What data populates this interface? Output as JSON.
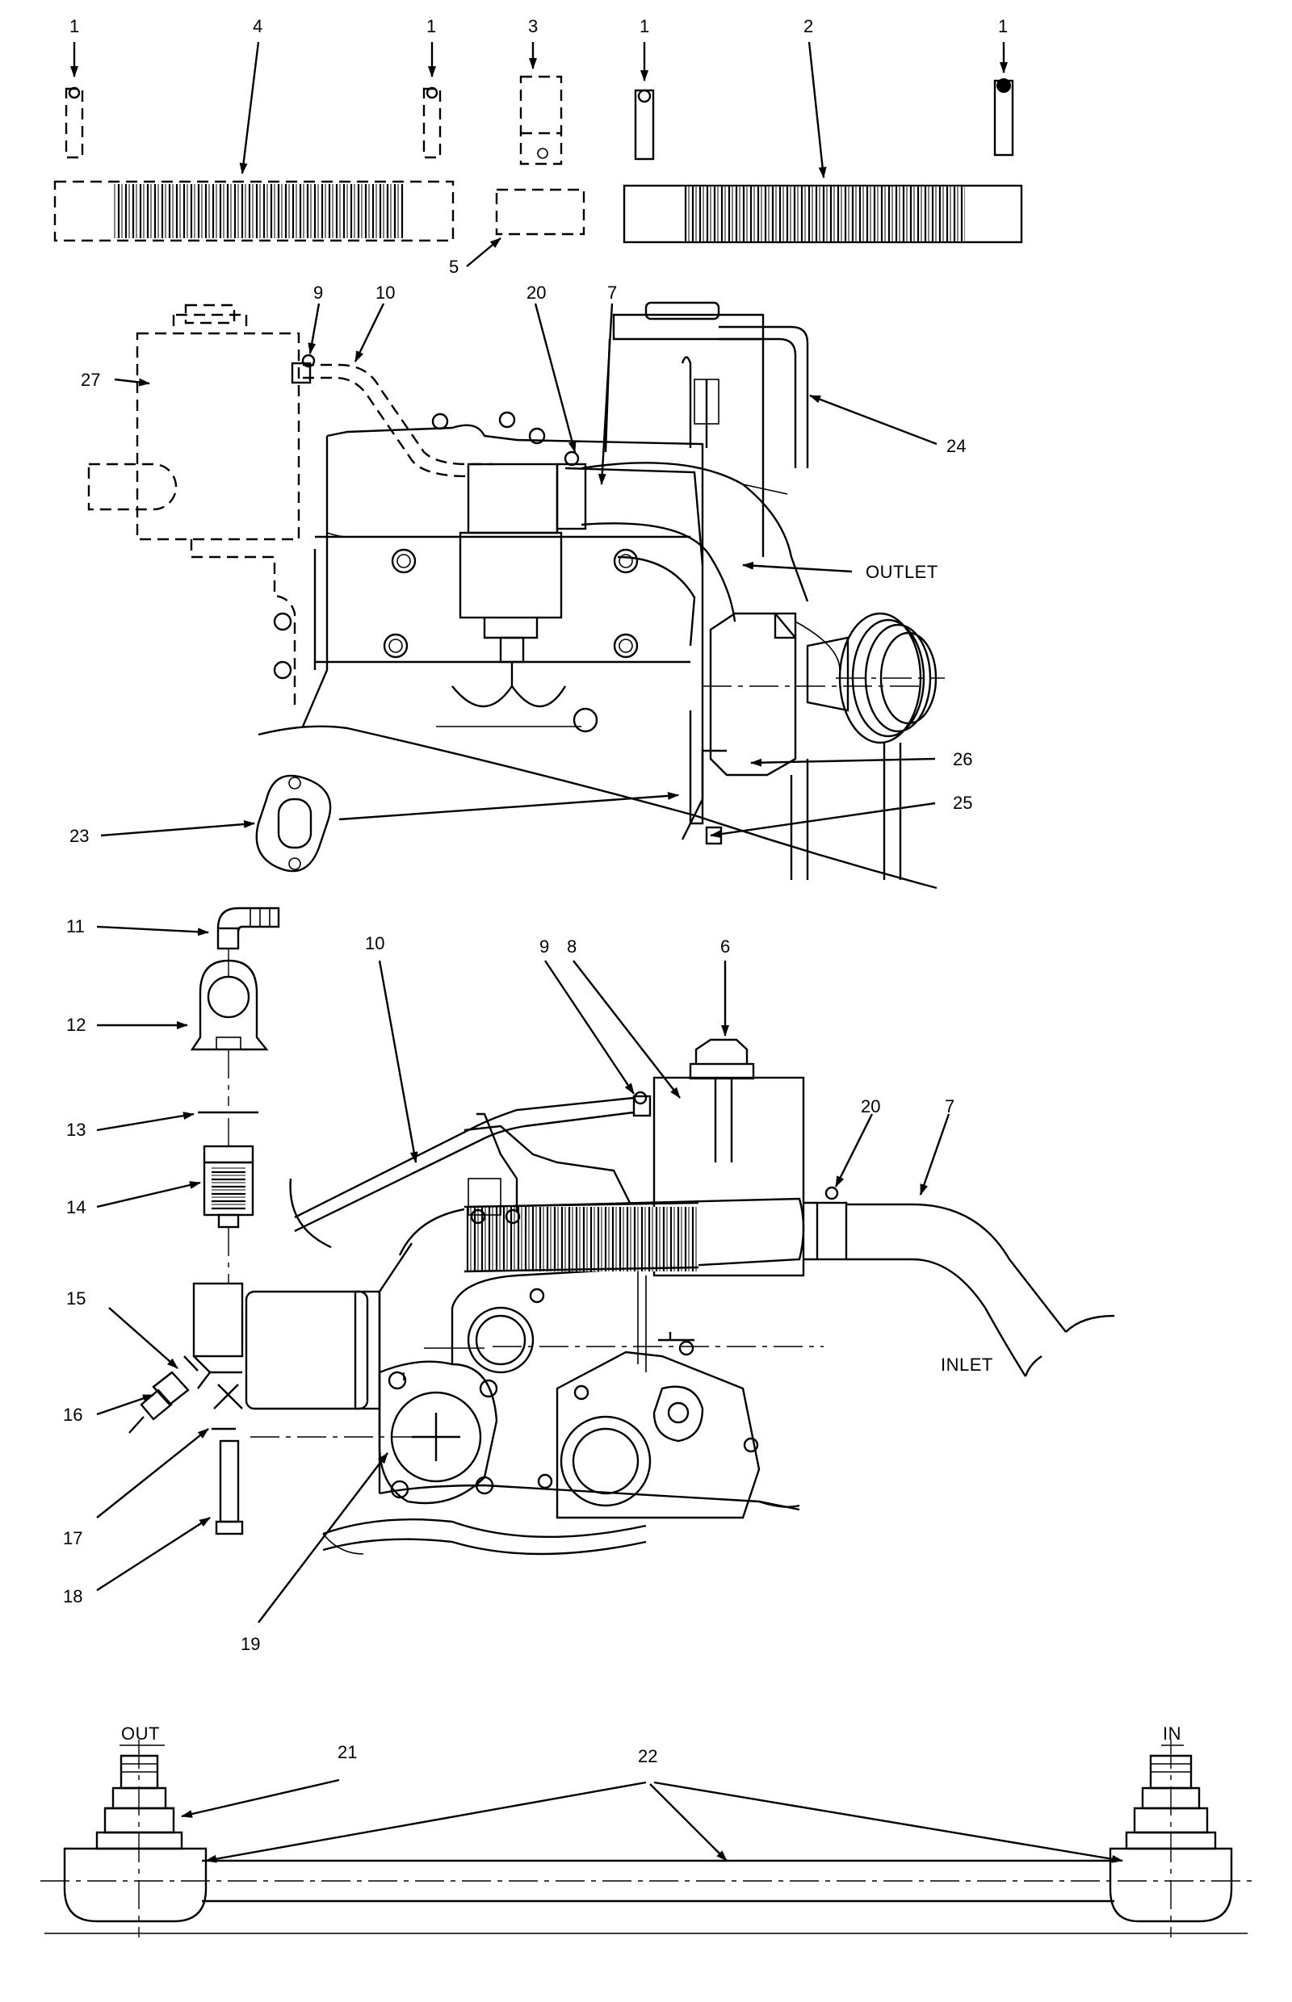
{
  "callouts": {
    "c1": "1",
    "c2": "2",
    "c3": "3",
    "c4": "4",
    "c5": "5",
    "c6": "6",
    "c7": "7",
    "c8": "8",
    "c9": "9",
    "c10": "10",
    "c11": "11",
    "c12": "12",
    "c13": "13",
    "c14": "14",
    "c15": "15",
    "c16": "16",
    "c17": "17",
    "c18": "18",
    "c19": "19",
    "c20": "20",
    "c21": "21",
    "c22": "22",
    "c23": "23",
    "c24": "24",
    "c25": "25",
    "c26": "26",
    "c27": "27"
  },
  "words": {
    "outlet": "OUTLET",
    "inlet": "INLET",
    "out": "OUT",
    "in": "IN"
  }
}
